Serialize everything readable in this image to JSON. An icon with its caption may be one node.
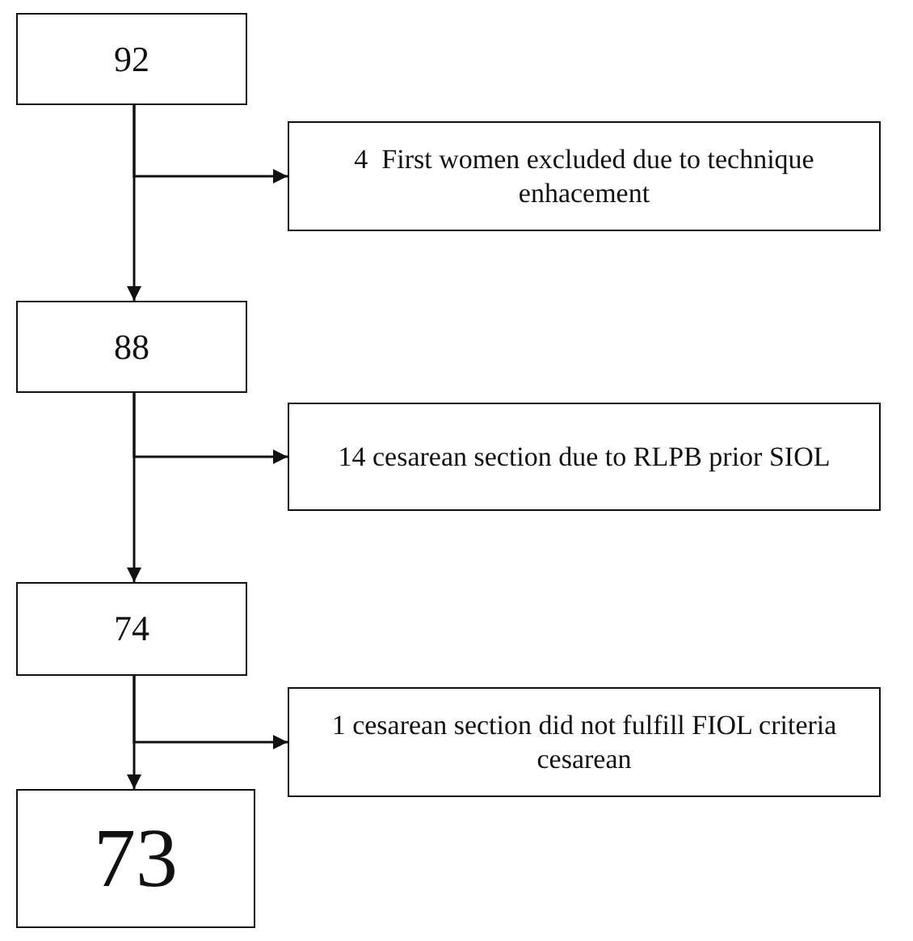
{
  "diagram": {
    "nodes": [
      {
        "text": [
          "92"
        ]
      },
      {
        "text": [
          "4  First women excluded due to technique enhacement"
        ]
      },
      {
        "text": [
          "88"
        ]
      },
      {
        "text": [
          "14 cesarean section due to RLPB prior SIOL"
        ]
      },
      {
        "text": [
          "74"
        ]
      },
      {
        "text": [
          "1 cesarean section did not fulfill FIOL criteria cesarean"
        ]
      },
      {
        "text": [
          "73"
        ]
      }
    ],
    "edges": [
      {
        "from": 0,
        "to": 2,
        "arrow": "to"
      },
      {
        "from": 0,
        "to": 1,
        "arrow": "to"
      },
      {
        "from": 2,
        "to": 4,
        "arrow": "to"
      },
      {
        "from": 2,
        "to": 3,
        "arrow": "to"
      },
      {
        "from": 4,
        "to": 6,
        "arrow": "to"
      },
      {
        "from": 4,
        "to": 5,
        "arrow": "to"
      }
    ]
  }
}
